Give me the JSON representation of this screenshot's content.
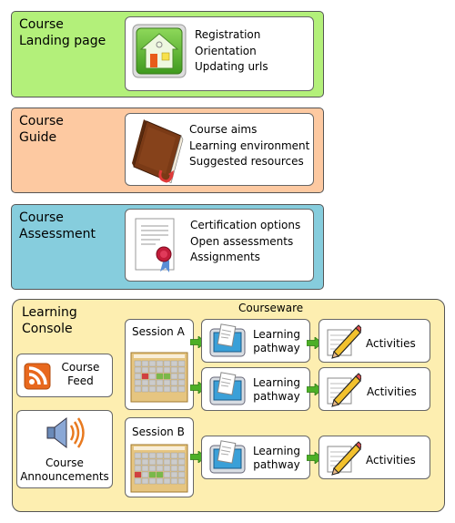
{
  "sections": {
    "landing": {
      "title_line1": "Course",
      "title_line2": "Landing page",
      "icon": "house-icon",
      "items": [
        "Registration",
        "Orientation",
        "Updating urls"
      ]
    },
    "guide": {
      "title_line1": "Course",
      "title_line2": "Guide",
      "icon": "book-icon",
      "items": [
        "Course aims",
        "Learning environment",
        "Suggested resources"
      ]
    },
    "assessment": {
      "title_line1": "Course",
      "title_line2": "Assessment",
      "icon": "certificate-icon",
      "items": [
        "Certification options",
        "Open assessments",
        "Assignments"
      ]
    }
  },
  "console": {
    "title_line1": "Learning",
    "title_line2": "Console",
    "courseware_label": "Courseware",
    "feed": {
      "line1": "Course",
      "line2": "Feed",
      "icon": "rss-icon"
    },
    "announcements": {
      "line1": "Course",
      "line2": "Announcements",
      "icon": "speaker-icon"
    },
    "sessions": [
      {
        "label": "Session A",
        "icon": "calendar-icon"
      },
      {
        "label": "Session B",
        "icon": "calendar-icon"
      }
    ],
    "pathway": {
      "line1": "Learning",
      "line2": "pathway",
      "icon": "tablet-icon"
    },
    "activities": {
      "label": "Activities",
      "icon": "pencil-notepad-icon"
    }
  },
  "colors": {
    "landing_bg": "#b3f07a",
    "guide_bg": "#fdc9a1",
    "assessment_bg": "#86cddd",
    "console_bg": "#fdeeb0",
    "arrow_green": "#4caf27",
    "rss_orange": "#e8681d"
  }
}
